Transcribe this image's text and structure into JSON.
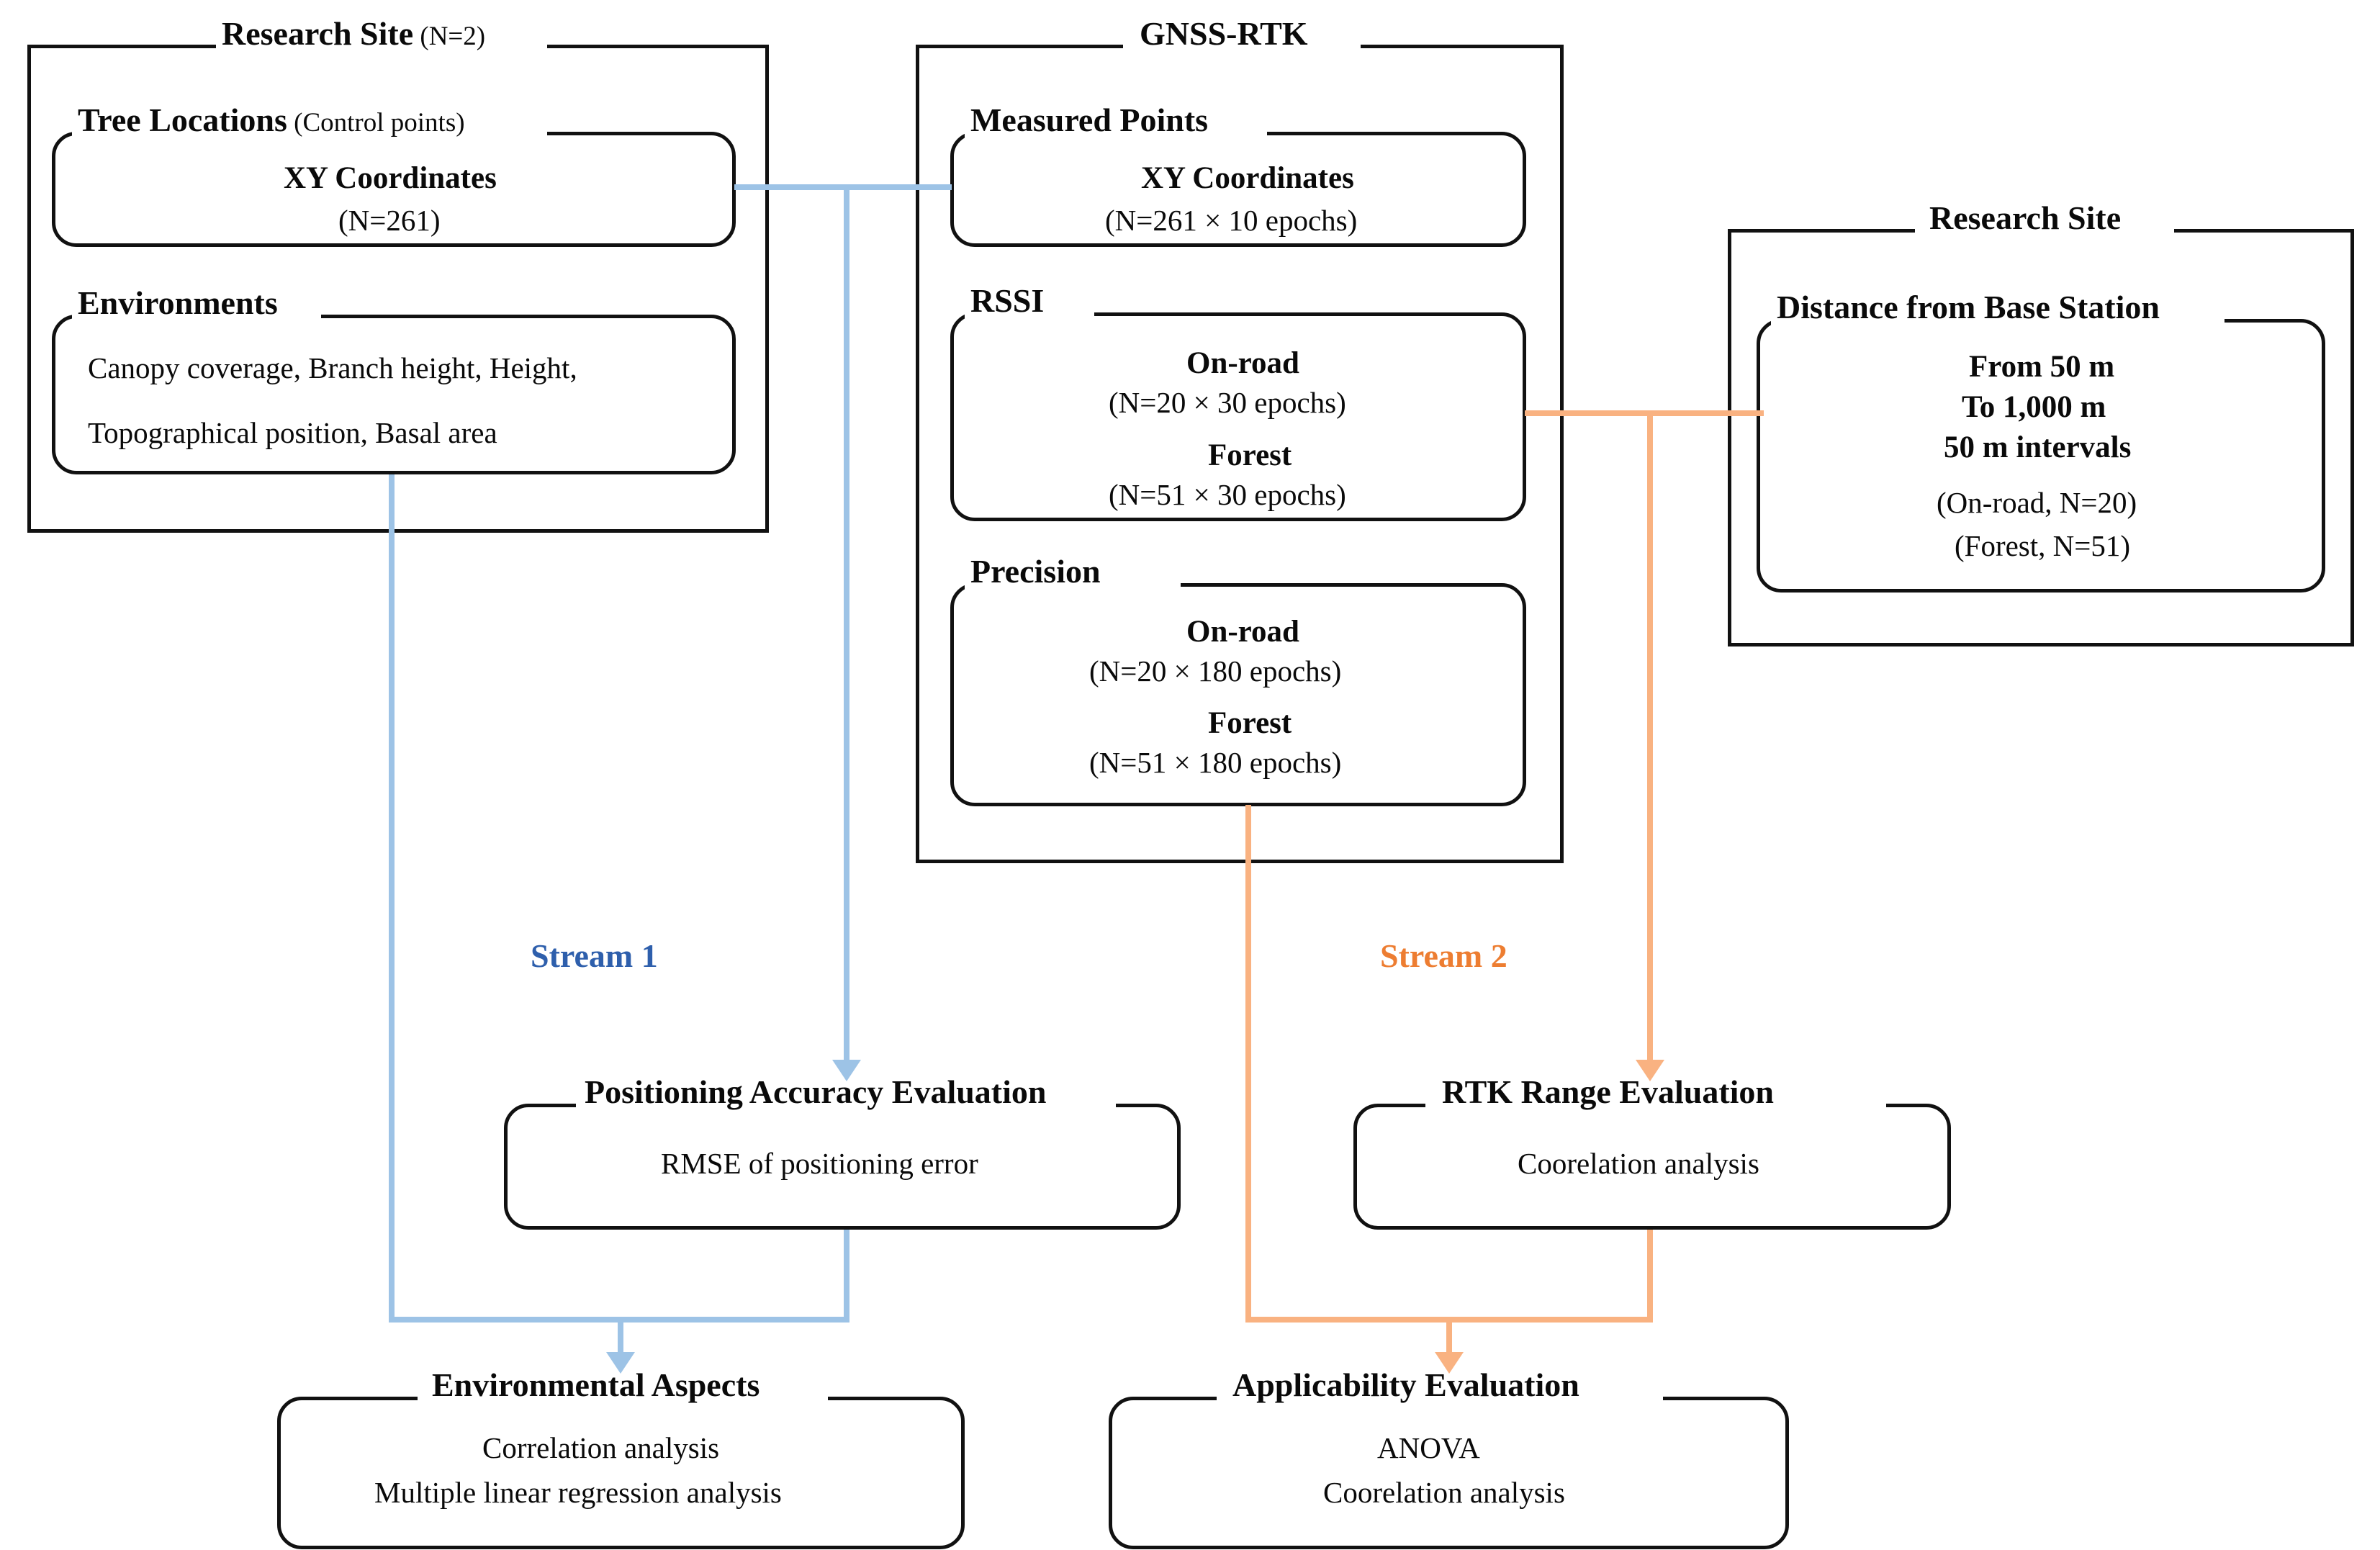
{
  "colors": {
    "stream1": "#2e5fac",
    "stream2": "#ed7d31",
    "connector_blue": "#9dc3e6",
    "connector_orange": "#f9b281",
    "outline": "#111111"
  },
  "groups": {
    "research_site_left": {
      "title_bold": "Research Site",
      "title_plain": " (N=2)"
    },
    "gnss_rtk": {
      "title": "GNSS-RTK"
    },
    "research_site_right": {
      "title": "Research Site"
    }
  },
  "boxes": {
    "tree_locations": {
      "title_bold": "Tree Locations",
      "title_plain": " (Control points)",
      "lines": [
        "XY Coordinates",
        "(N=261)"
      ]
    },
    "environments": {
      "title": "Environments",
      "lines": [
        "Canopy coverage,   Branch height,    Height,",
        "Topographical position,     Basal area"
      ]
    },
    "measured_points": {
      "title": "Measured Points",
      "lines": [
        "XY Coordinates",
        "(N=261 × 10 epochs)"
      ]
    },
    "rssi": {
      "title": "RSSI",
      "lines": [
        "On-road",
        "(N=20 × 30 epochs)",
        "Forest",
        "(N=51 × 30 epochs)"
      ]
    },
    "precision": {
      "title": "Precision",
      "lines": [
        "On-road",
        "(N=20 × 180 epochs)",
        "Forest",
        "(N=51 × 180 epochs)"
      ]
    },
    "distance_from_base_station": {
      "title": "Distance from Base Station",
      "lines": [
        "From 50 m",
        "To 1,000 m",
        "50 m intervals",
        "(On-road, N=20)",
        "(Forest, N=51)"
      ]
    },
    "positioning_accuracy_evaluation": {
      "title": "Positioning Accuracy Evaluation",
      "lines": [
        "RMSE of positioning  error"
      ]
    },
    "rtk_range_evaluation": {
      "title": "RTK Range Evaluation",
      "lines": [
        "Coorelation  analysis"
      ]
    },
    "environmental_aspects": {
      "title": "Environmental Aspects",
      "lines": [
        "Correlation  analysis",
        "Multiple linear regression  analysis"
      ]
    },
    "applicability_evaluation": {
      "title": "Applicability Evaluation",
      "lines": [
        "ANOVA",
        "Coorelation  analysis"
      ]
    }
  },
  "stream_labels": {
    "stream1": "Stream 1",
    "stream2": "Stream 2"
  }
}
